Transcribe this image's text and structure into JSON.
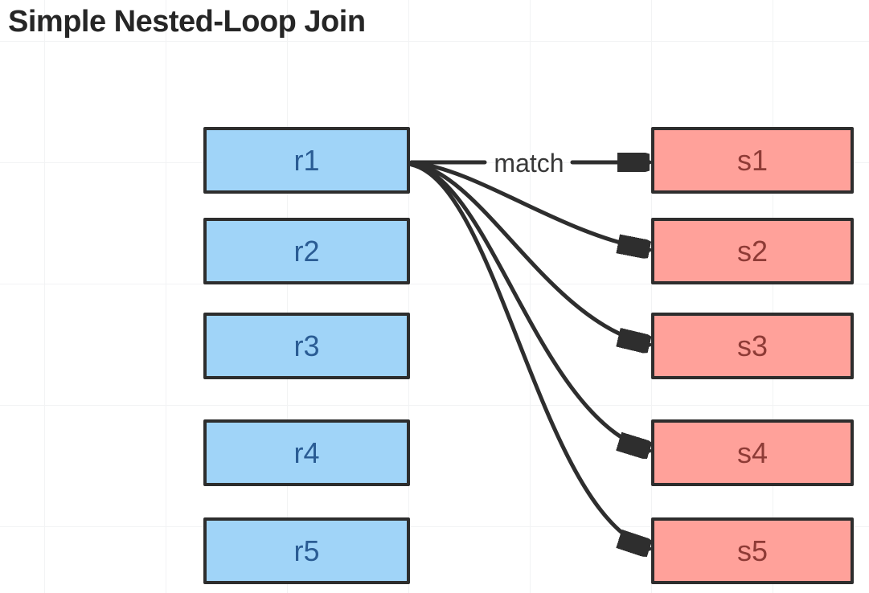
{
  "title": "Simple Nested-Loop Join",
  "diagram": {
    "left_rows": [
      "r1",
      "r2",
      "r3",
      "r4",
      "r5"
    ],
    "right_rows": [
      "s1",
      "s2",
      "s3",
      "s4",
      "s5"
    ],
    "match_label": "match",
    "edges": [
      {
        "from": "r1",
        "to": "s1",
        "label": "match"
      },
      {
        "from": "r1",
        "to": "s2",
        "label": ""
      },
      {
        "from": "r1",
        "to": "s3",
        "label": ""
      },
      {
        "from": "r1",
        "to": "s4",
        "label": ""
      },
      {
        "from": "r1",
        "to": "s5",
        "label": ""
      }
    ],
    "colors": {
      "left_fill": "#a0d4f8",
      "left_text": "#2a5c94",
      "right_fill": "#ffa19a",
      "right_text": "#8e3b36",
      "node_border": "#2d2d2d",
      "arrow": "#2e2e2e",
      "title_text": "#262626",
      "background": "#ffffff",
      "grid_line": "#f2f3f4"
    }
  }
}
